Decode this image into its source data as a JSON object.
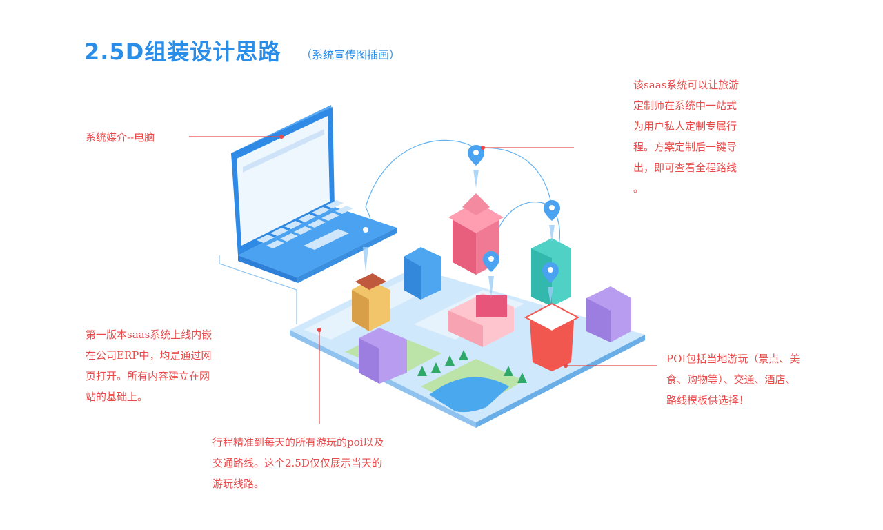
{
  "header": {
    "title": "2.5D组装设计思路",
    "subtitle": "（系统宣传图插画）"
  },
  "annotations": {
    "device": "系统媒介--电脑",
    "saas_desc": "该saas系统可以让旅游\n定制师在系统中一站式\n为用户私人定制专属行\n程。方案定制后一键导\n出，即可查看全程路线\n。",
    "version": "第一版本saas系统上线内嵌\n在公司ERP中，均是通过网\n页打开。所有内容建立在网\n站的基础上。",
    "poi": "POI包括当地游玩（景点、美\n食、购物等）、交通、酒店、\n路线模板供选择！",
    "trip": "行程精准到每天的所有游玩的poi以及\n交通路线。这个2.5D仅仅展示当天的\n游玩线路。"
  },
  "colors": {
    "title": "#2a8ee8",
    "annotation": "#e84a4a",
    "laptop": "#3d9bf0",
    "road": "#9cc9f0",
    "water": "#4aa8ef",
    "grass": "#8fd36a"
  }
}
